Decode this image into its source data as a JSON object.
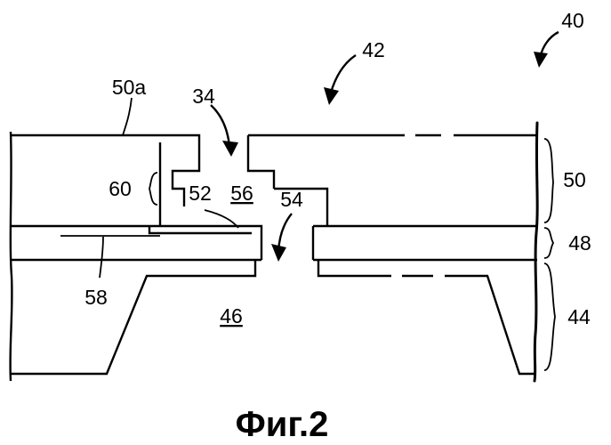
{
  "figure": {
    "caption": "Фиг.2",
    "labels": {
      "l40": "40",
      "l42": "42",
      "l34": "34",
      "l50a": "50a",
      "l60": "60",
      "l52": "52",
      "l56": "56",
      "l54": "54",
      "l50": "50",
      "l48": "48",
      "l44": "44",
      "l58": "58",
      "l46": "46"
    }
  }
}
